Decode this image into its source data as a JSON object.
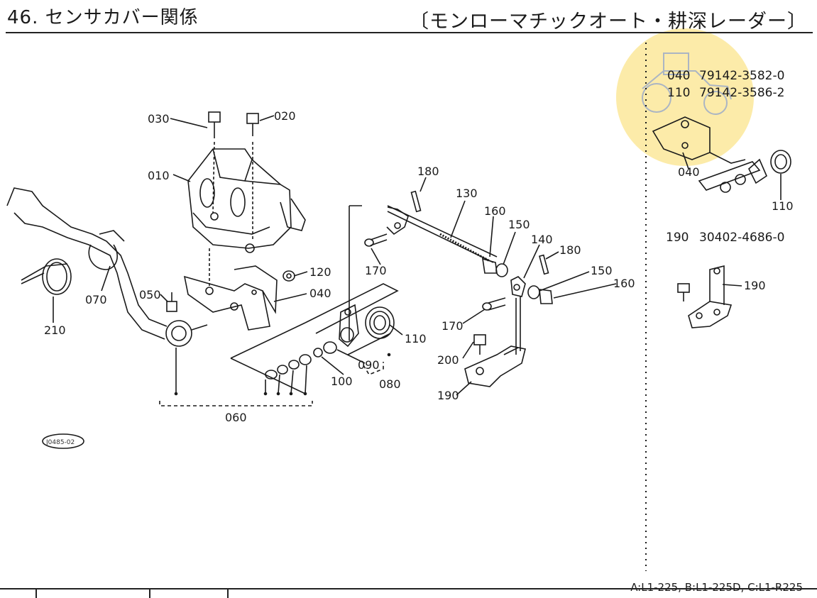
{
  "header": {
    "title_left": "46. センサカバー関係",
    "title_right": "〔モンローマチックオート・耕深レーダー〕"
  },
  "parts_info": {
    "row1_no": "040",
    "row1_part": "79142-3582-0",
    "row2_no": "110",
    "row2_part": "79142-3586-2",
    "row3_no": "190",
    "row3_part": "30402-4686-0"
  },
  "callouts": {
    "c030": "030",
    "c020": "020",
    "c010": "010",
    "c070": "070",
    "c210": "210",
    "c050": "050",
    "c120": "120",
    "c040": "040",
    "c060": "060",
    "c100": "100",
    "c090": "090",
    "c080": "080",
    "c110": "110",
    "c180a": "180",
    "c130": "130",
    "c160a": "160",
    "c150a": "150",
    "c140": "140",
    "c180b": "180",
    "c150b": "150",
    "c160b": "160",
    "c170a": "170",
    "c170b": "170",
    "c200": "200",
    "c190": "190",
    "inset_040": "040",
    "inset_110": "110",
    "inset_190": "190"
  },
  "drawing_code": "J0485-02",
  "footer": {
    "models": "A:L1-225, B:L1-225D, C:L1-R225"
  },
  "colors": {
    "ink": "#1a1a1a",
    "watermark": "#fbe79a"
  }
}
